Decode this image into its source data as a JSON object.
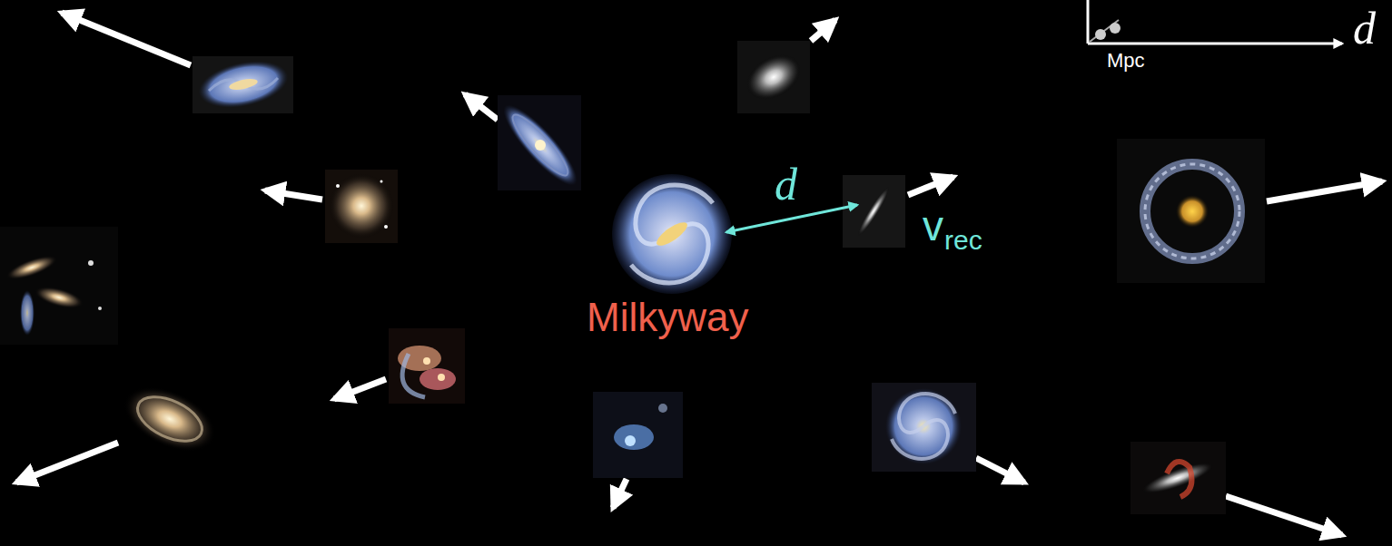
{
  "diagram": {
    "labels": [
      "d",
      "v",
      "rec",
      "Milkyway",
      "Mpc",
      "d"
    ]
  }
}
